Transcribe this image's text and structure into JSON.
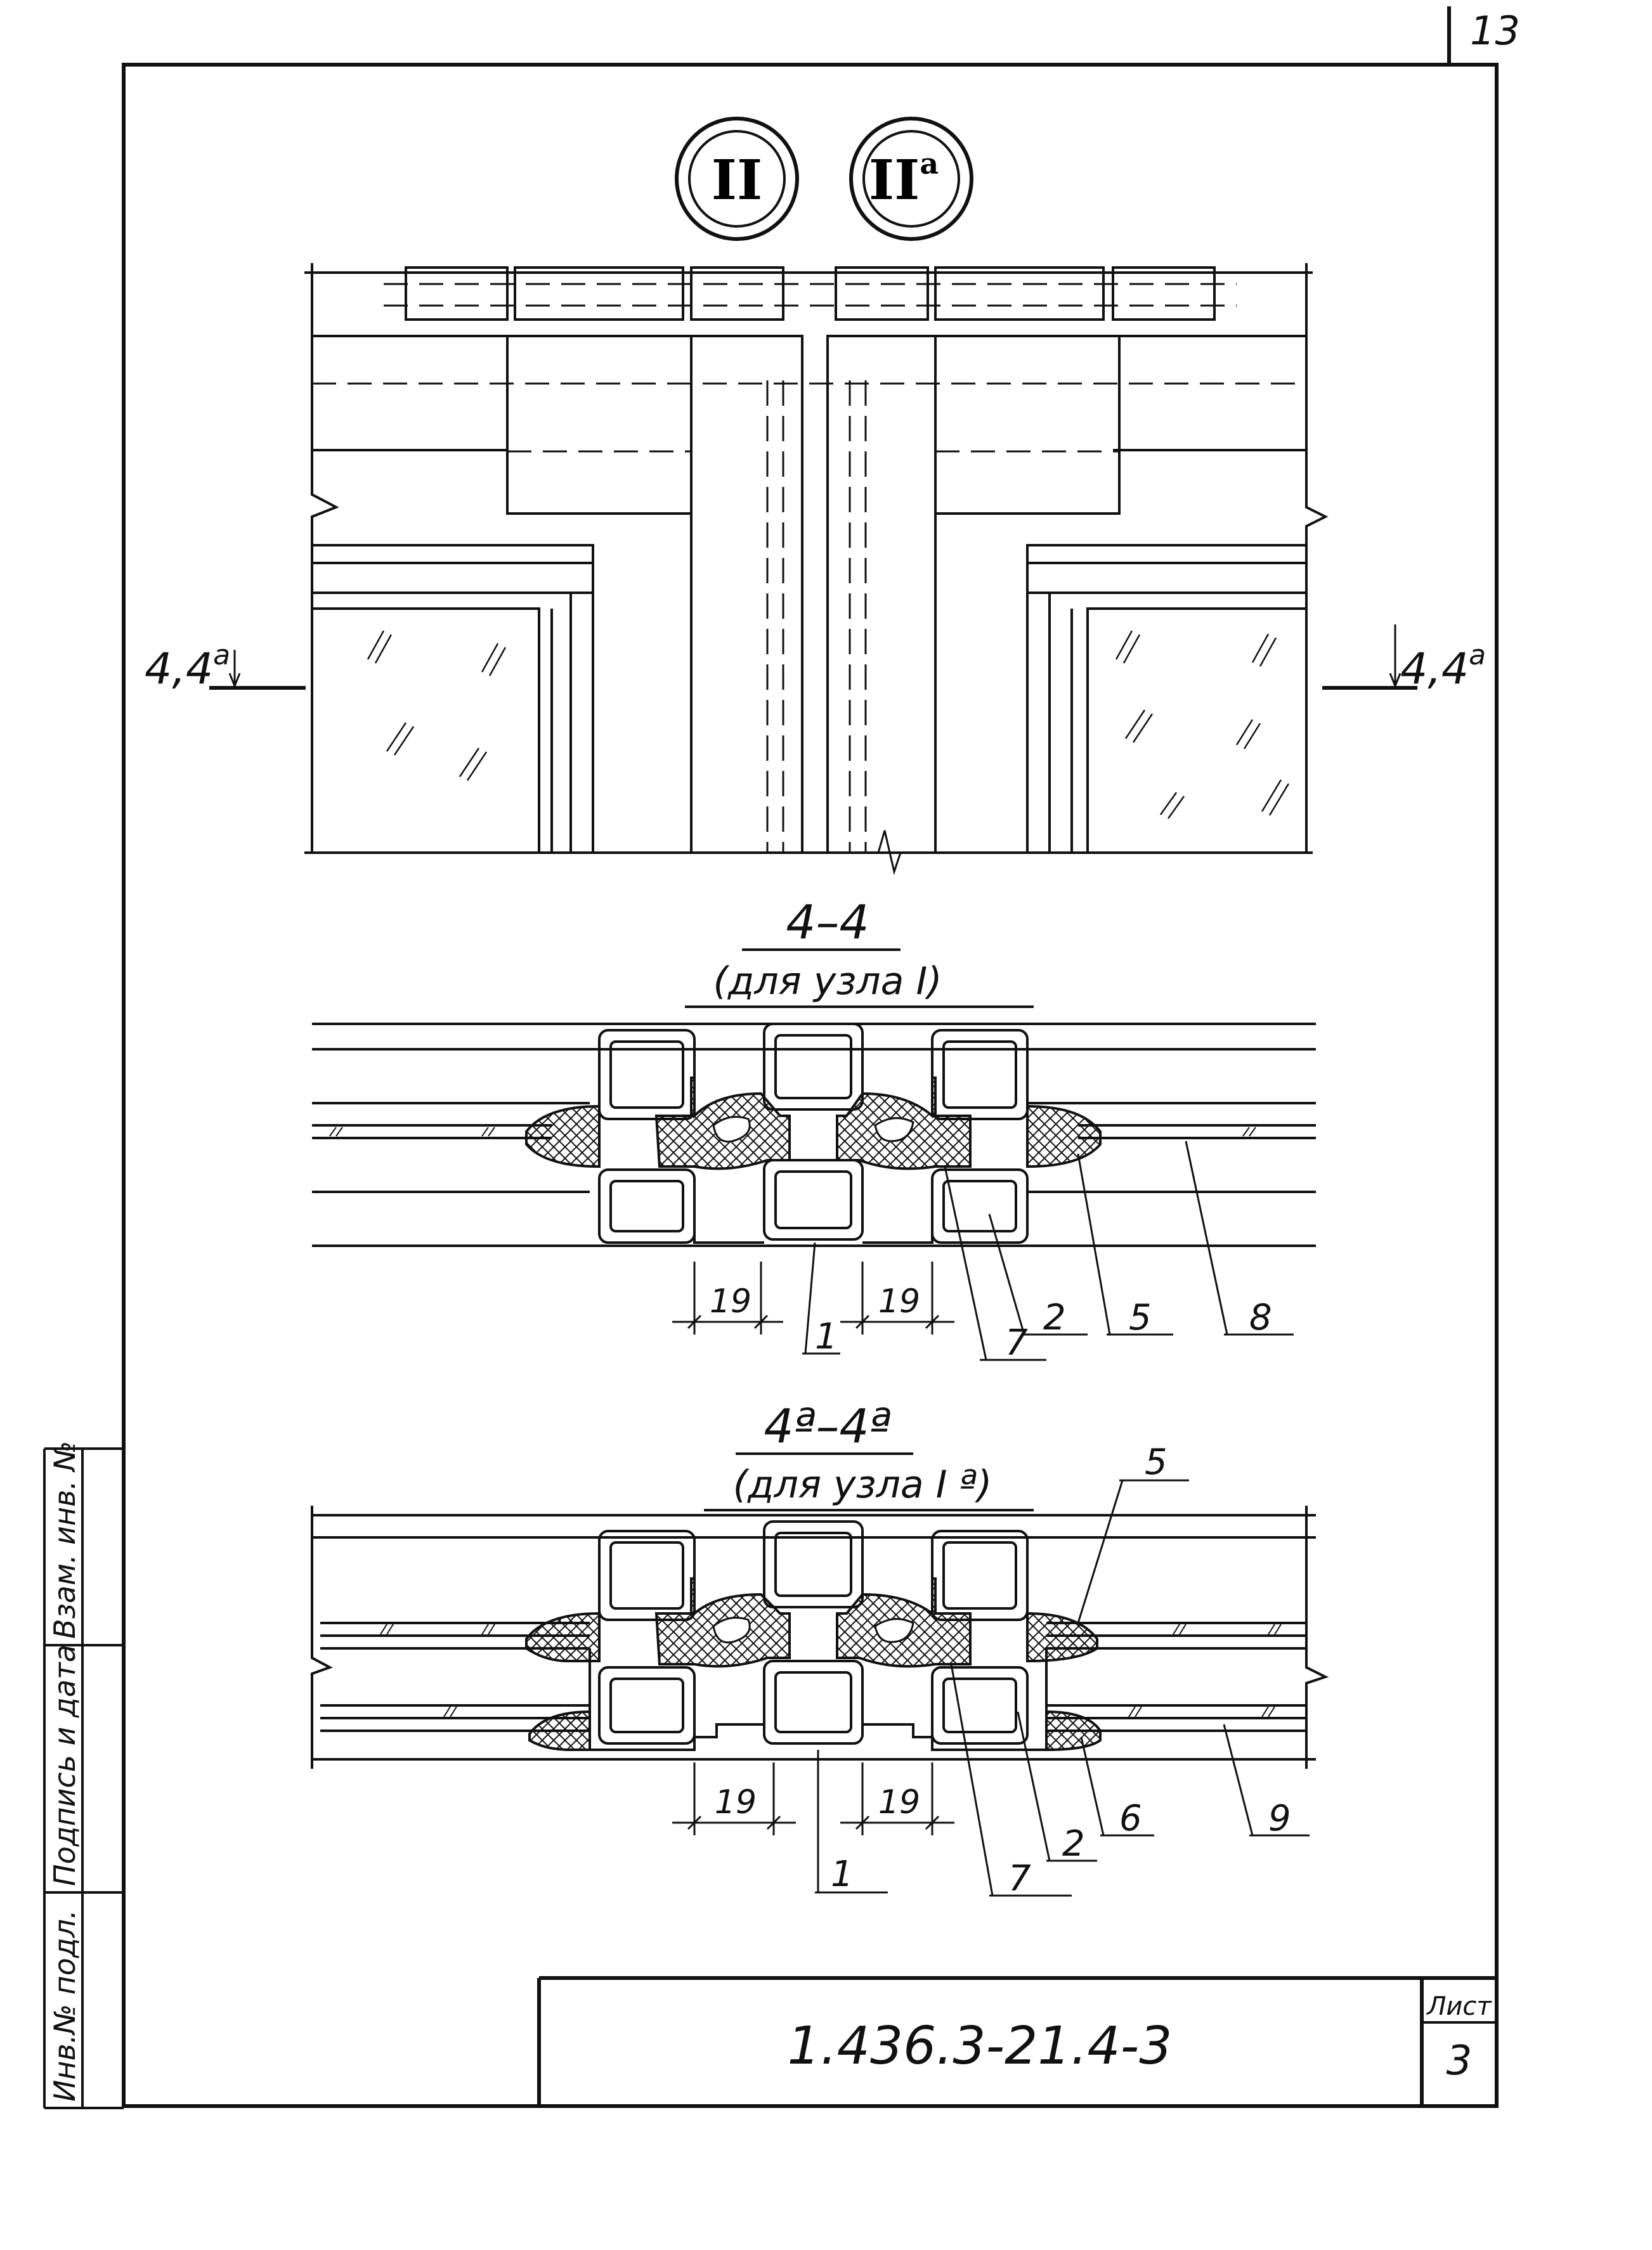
{
  "sheet_number": "13",
  "nodes": {
    "main": "II",
    "alt": "II",
    "alt_suffix": "a"
  },
  "elevation": {
    "section_mark_left": "4,4",
    "section_mark_left_suffix": "a",
    "section_mark_right": "4,4",
    "section_mark_right_suffix": "a"
  },
  "section_a": {
    "title": "4–4",
    "subtitle": "(для узла I)",
    "dims": [
      "19",
      "19"
    ],
    "callouts": [
      "1",
      "7",
      "2",
      "5",
      "8"
    ]
  },
  "section_b": {
    "title": "4ª–4ª",
    "subtitle": "(для узла I ª)",
    "dims": [
      "19",
      "19"
    ],
    "callouts": [
      "5",
      "1",
      "7",
      "2",
      "6",
      "9"
    ]
  },
  "side_stamp": {
    "col1": "Инв.№ подл.",
    "col2": "Подпись и дата",
    "col3": "Взам. инв. №"
  },
  "title_block": {
    "code": "1.436.3-21.4-3",
    "sheet_label": "Лист",
    "sheet_value": "3"
  }
}
